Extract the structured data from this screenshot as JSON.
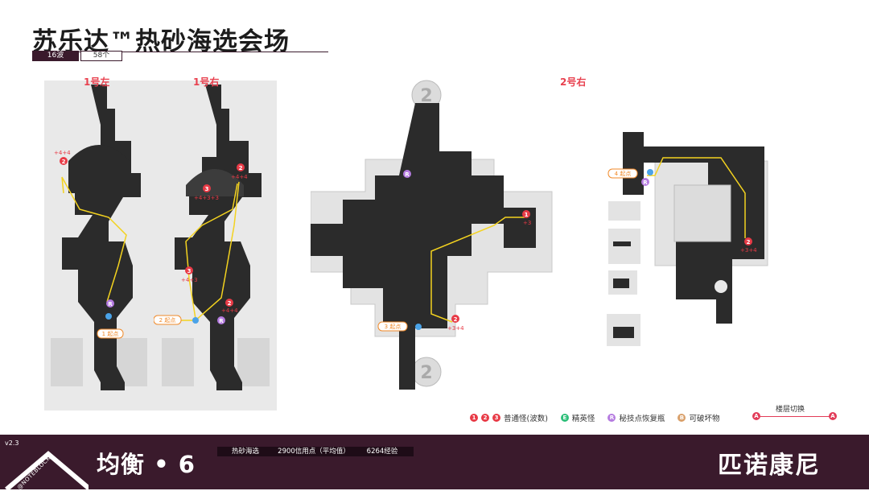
{
  "header": {
    "title": "苏乐达™热砂海选会场",
    "waves": "16波",
    "count": "58个"
  },
  "maps": {
    "left_a_label": "1号左",
    "left_b_label": "1号右",
    "center_label": "2号右",
    "markers": {
      "a_wave2": "+4+4",
      "a_start": "1 起点",
      "b_wave2_top": "+4+4",
      "b_wave3_top": "+4+3+3",
      "b_wave3_mid": "+4+3",
      "b_wave2_mid": "+4+4",
      "b_start": "2 起点",
      "c_wave1": "+3",
      "c_wave2": "+3+4",
      "c_start": "3 起点",
      "d_start": "4 起点",
      "d_wave2": "+3+4"
    }
  },
  "legend": {
    "normal": "普通怪(波数)",
    "elite": "精英怪",
    "secret": "秘技点恢复瓶",
    "breakable": "可破坏物",
    "floor_switch": "楼层切换",
    "elite_letter": "E",
    "secret_letter": "R",
    "breakable_letter": "B",
    "switch_letter": "A",
    "nums": [
      "1",
      "2",
      "3"
    ]
  },
  "footer": {
    "version": "v2.3",
    "brand": "@NOTEBLOCKS",
    "mode": "均衡 • 6",
    "info1": "热砂海选",
    "info2": "2900信用点（平均值）",
    "info3": "6264经验",
    "region": "匹诺康尼"
  },
  "colors": {
    "accent": "#3a1a2c",
    "wave_red": "#e83a46",
    "path_yellow": "#f3d21f",
    "start_orange": "#f08a2a",
    "elite_green": "#2fbf7a",
    "secret_purple": "#b57be0",
    "breakable_tan": "#d9a06a"
  }
}
